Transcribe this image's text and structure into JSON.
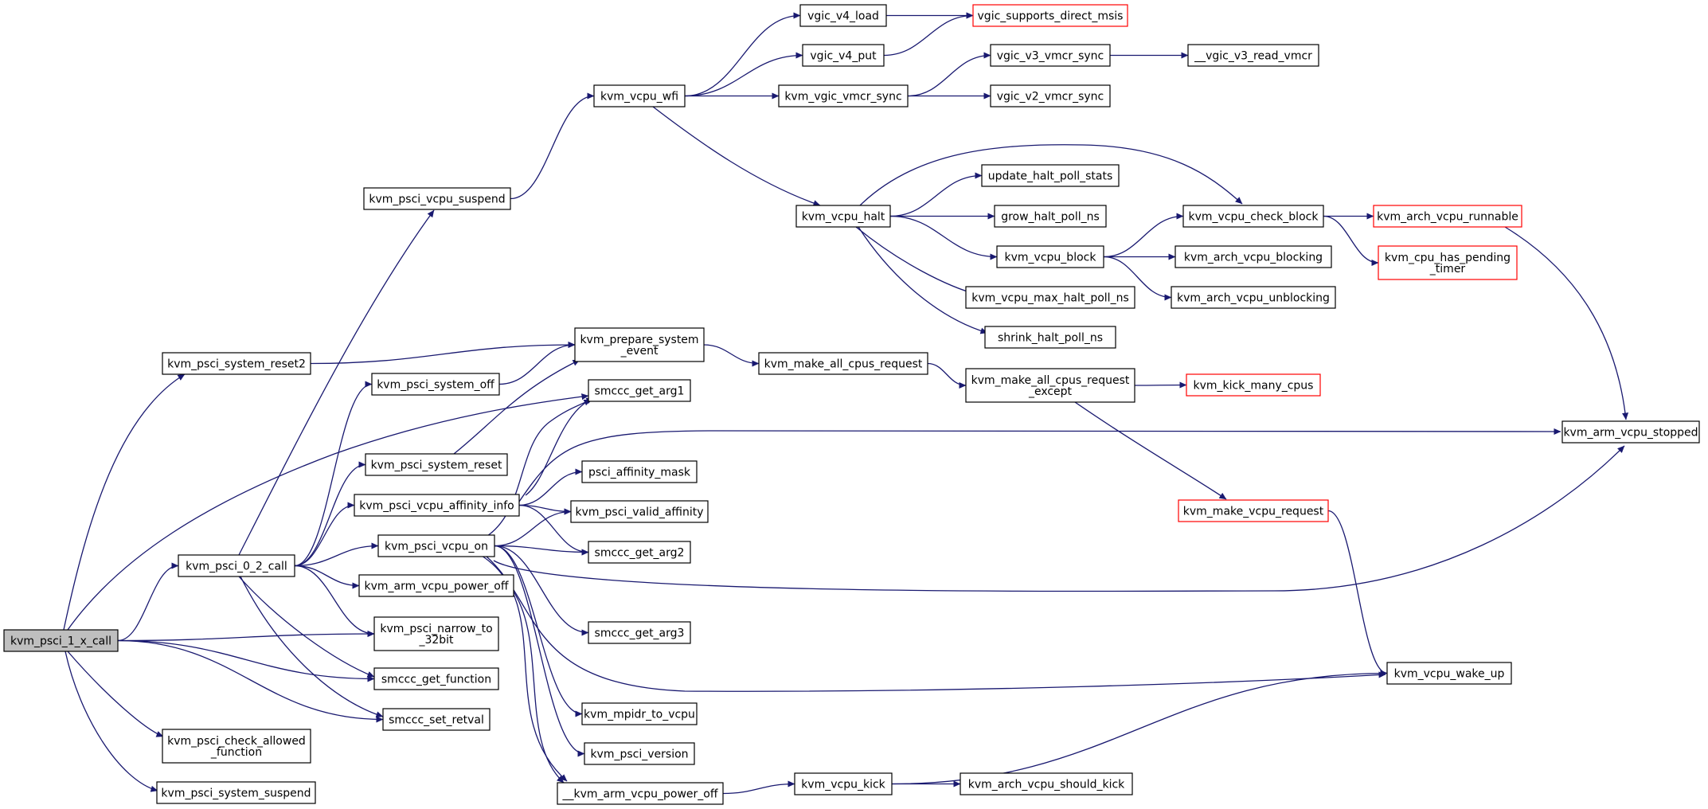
{
  "graph": {
    "root": "kvm_psci_1_x_call",
    "nodes": {
      "root": {
        "lines": [
          "kvm_psci_1_x_call"
        ],
        "style": "root"
      },
      "reset2": {
        "lines": [
          "kvm_psci_system_reset2"
        ]
      },
      "call02": {
        "lines": [
          "kvm_psci_0_2_call"
        ]
      },
      "checkAllowed": {
        "lines": [
          "kvm_psci_check_allowed",
          "_function"
        ]
      },
      "sysSuspend": {
        "lines": [
          "kvm_psci_system_suspend"
        ]
      },
      "vcpuSuspend": {
        "lines": [
          "kvm_psci_vcpu_suspend"
        ]
      },
      "sysOff": {
        "lines": [
          "kvm_psci_system_off"
        ]
      },
      "sysReset": {
        "lines": [
          "kvm_psci_system_reset"
        ]
      },
      "affInfo": {
        "lines": [
          "kvm_psci_vcpu_affinity_info"
        ]
      },
      "vcpuOn": {
        "lines": [
          "kvm_psci_vcpu_on"
        ]
      },
      "powerOff": {
        "lines": [
          "kvm_arm_vcpu_power_off"
        ]
      },
      "narrow": {
        "lines": [
          "kvm_psci_narrow_to",
          "_32bit"
        ]
      },
      "getFunc": {
        "lines": [
          "smccc_get_function"
        ]
      },
      "setRetval": {
        "lines": [
          "smccc_set_retval"
        ]
      },
      "innerPowerOff": {
        "lines": [
          "__kvm_arm_vcpu_power_off"
        ]
      },
      "prepEvent": {
        "lines": [
          "kvm_prepare_system",
          "_event"
        ]
      },
      "arg1": {
        "lines": [
          "smccc_get_arg1"
        ]
      },
      "affMask": {
        "lines": [
          "psci_affinity_mask"
        ]
      },
      "validAff": {
        "lines": [
          "kvm_psci_valid_affinity"
        ]
      },
      "arg2": {
        "lines": [
          "smccc_get_arg2"
        ]
      },
      "arg3": {
        "lines": [
          "smccc_get_arg3"
        ]
      },
      "mpidr": {
        "lines": [
          "kvm_mpidr_to_vcpu"
        ]
      },
      "psciVersion": {
        "lines": [
          "kvm_psci_version"
        ]
      },
      "wfi": {
        "lines": [
          "kvm_vcpu_wfi"
        ]
      },
      "makeAll": {
        "lines": [
          "kvm_make_all_cpus_request"
        ]
      },
      "vcpuKick": {
        "lines": [
          "kvm_vcpu_kick"
        ]
      },
      "v4load": {
        "lines": [
          "vgic_v4_load"
        ]
      },
      "v4put": {
        "lines": [
          "vgic_v4_put"
        ]
      },
      "vmcrSync": {
        "lines": [
          "kvm_vgic_vmcr_sync"
        ]
      },
      "vcpuHalt": {
        "lines": [
          "kvm_vcpu_halt"
        ]
      },
      "makeAllExcept": {
        "lines": [
          "kvm_make_all_cpus_request",
          "_except"
        ]
      },
      "shouldKick": {
        "lines": [
          "kvm_arch_vcpu_should_kick"
        ]
      },
      "directMsis": {
        "lines": [
          "vgic_supports_direct_msis"
        ],
        "style": "red"
      },
      "v3sync": {
        "lines": [
          "vgic_v3_vmcr_sync"
        ]
      },
      "v2sync": {
        "lines": [
          "vgic_v2_vmcr_sync"
        ]
      },
      "updStats": {
        "lines": [
          "update_halt_poll_stats"
        ]
      },
      "grow": {
        "lines": [
          "grow_halt_poll_ns"
        ]
      },
      "block": {
        "lines": [
          "kvm_vcpu_block"
        ]
      },
      "maxPoll": {
        "lines": [
          "kvm_vcpu_max_halt_poll_ns"
        ]
      },
      "shrink": {
        "lines": [
          "shrink_halt_poll_ns"
        ]
      },
      "kickMany": {
        "lines": [
          "kvm_kick_many_cpus"
        ],
        "style": "red"
      },
      "makeVcpuReq": {
        "lines": [
          "kvm_make_vcpu_request"
        ],
        "style": "red"
      },
      "v3read": {
        "lines": [
          "__vgic_v3_read_vmcr"
        ]
      },
      "checkBlock": {
        "lines": [
          "kvm_vcpu_check_block"
        ]
      },
      "archBlocking": {
        "lines": [
          "kvm_arch_vcpu_blocking"
        ]
      },
      "archUnblocking": {
        "lines": [
          "kvm_arch_vcpu_unblocking"
        ]
      },
      "runnable": {
        "lines": [
          "kvm_arch_vcpu_runnable"
        ],
        "style": "red"
      },
      "pendingTimer": {
        "lines": [
          "kvm_cpu_has_pending",
          "_timer"
        ],
        "style": "red"
      },
      "wakeUp": {
        "lines": [
          "kvm_vcpu_wake_up"
        ]
      },
      "stopped": {
        "lines": [
          "kvm_arm_vcpu_stopped"
        ]
      }
    },
    "edges": [
      [
        "root",
        "reset2"
      ],
      [
        "root",
        "call02"
      ],
      [
        "root",
        "checkAllowed"
      ],
      [
        "root",
        "sysSuspend"
      ],
      [
        "root",
        "narrow"
      ],
      [
        "root",
        "getFunc"
      ],
      [
        "root",
        "setRetval"
      ],
      [
        "root",
        "arg1"
      ],
      [
        "reset2",
        "prepEvent"
      ],
      [
        "call02",
        "vcpuSuspend"
      ],
      [
        "call02",
        "sysOff"
      ],
      [
        "call02",
        "sysReset"
      ],
      [
        "call02",
        "affInfo"
      ],
      [
        "call02",
        "vcpuOn"
      ],
      [
        "call02",
        "powerOff"
      ],
      [
        "call02",
        "narrow"
      ],
      [
        "call02",
        "getFunc"
      ],
      [
        "call02",
        "setRetval"
      ],
      [
        "vcpuSuspend",
        "wfi"
      ],
      [
        "sysOff",
        "prepEvent"
      ],
      [
        "sysReset",
        "prepEvent"
      ],
      [
        "affInfo",
        "arg1"
      ],
      [
        "affInfo",
        "affMask"
      ],
      [
        "affInfo",
        "validAff"
      ],
      [
        "affInfo",
        "arg2"
      ],
      [
        "affInfo",
        "stopped"
      ],
      [
        "vcpuOn",
        "arg1"
      ],
      [
        "vcpuOn",
        "validAff"
      ],
      [
        "vcpuOn",
        "arg2"
      ],
      [
        "vcpuOn",
        "arg3"
      ],
      [
        "vcpuOn",
        "mpidr"
      ],
      [
        "vcpuOn",
        "psciVersion"
      ],
      [
        "vcpuOn",
        "innerPowerOff"
      ],
      [
        "vcpuOn",
        "stopped"
      ],
      [
        "vcpuOn",
        "wakeUp"
      ],
      [
        "powerOff",
        "innerPowerOff"
      ],
      [
        "innerPowerOff",
        "vcpuKick"
      ],
      [
        "prepEvent",
        "makeAll"
      ],
      [
        "wfi",
        "v4load"
      ],
      [
        "wfi",
        "v4put"
      ],
      [
        "wfi",
        "vmcrSync"
      ],
      [
        "wfi",
        "vcpuHalt"
      ],
      [
        "v4load",
        "directMsis"
      ],
      [
        "v4put",
        "directMsis"
      ],
      [
        "vmcrSync",
        "v3sync"
      ],
      [
        "vmcrSync",
        "v2sync"
      ],
      [
        "v3sync",
        "v3read"
      ],
      [
        "vcpuHalt",
        "updStats"
      ],
      [
        "vcpuHalt",
        "grow"
      ],
      [
        "vcpuHalt",
        "block"
      ],
      [
        "vcpuHalt",
        "maxPoll"
      ],
      [
        "vcpuHalt",
        "shrink"
      ],
      [
        "vcpuHalt",
        "checkBlock"
      ],
      [
        "block",
        "checkBlock"
      ],
      [
        "block",
        "archBlocking"
      ],
      [
        "block",
        "archUnblocking"
      ],
      [
        "checkBlock",
        "runnable"
      ],
      [
        "checkBlock",
        "pendingTimer"
      ],
      [
        "runnable",
        "stopped"
      ],
      [
        "makeAll",
        "makeAllExcept"
      ],
      [
        "makeAllExcept",
        "kickMany"
      ],
      [
        "makeAllExcept",
        "makeVcpuReq"
      ],
      [
        "makeVcpuReq",
        "wakeUp"
      ],
      [
        "vcpuKick",
        "wakeUp"
      ],
      [
        "vcpuKick",
        "shouldKick"
      ]
    ]
  }
}
